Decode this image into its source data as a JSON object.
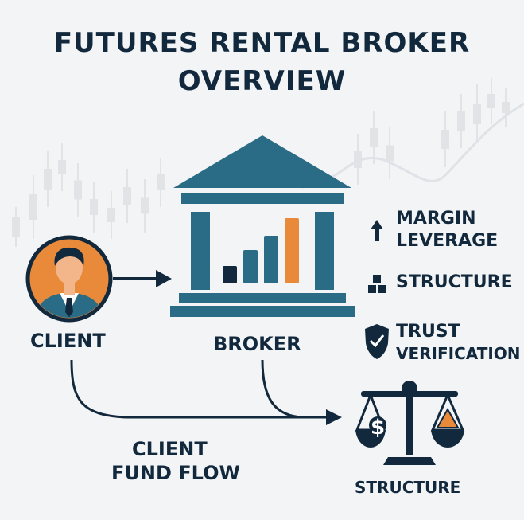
{
  "title": {
    "line1": "FUTURES RENTAL BROKER",
    "line2": "OVERVIEW"
  },
  "nodes": {
    "client": "CLIENT",
    "broker": "BROKER",
    "scale": "STRUCTURE"
  },
  "flow": {
    "line1": "CLIENT",
    "line2": "FUND FLOW"
  },
  "features": [
    {
      "icon": "arrow-up-icon",
      "line1": "MARGIN",
      "line2": "LEVERAGE"
    },
    {
      "icon": "blocks-icon",
      "line1": "STRUCTURE"
    },
    {
      "icon": "shield-check-icon",
      "line1": "TRUST",
      "line2": "VERIFICATION"
    }
  ],
  "scale_symbol": "$",
  "colors": {
    "navy": "#12293d",
    "teal": "#2a6b85",
    "orange": "#e9893a",
    "background": "#f3f4f6"
  }
}
